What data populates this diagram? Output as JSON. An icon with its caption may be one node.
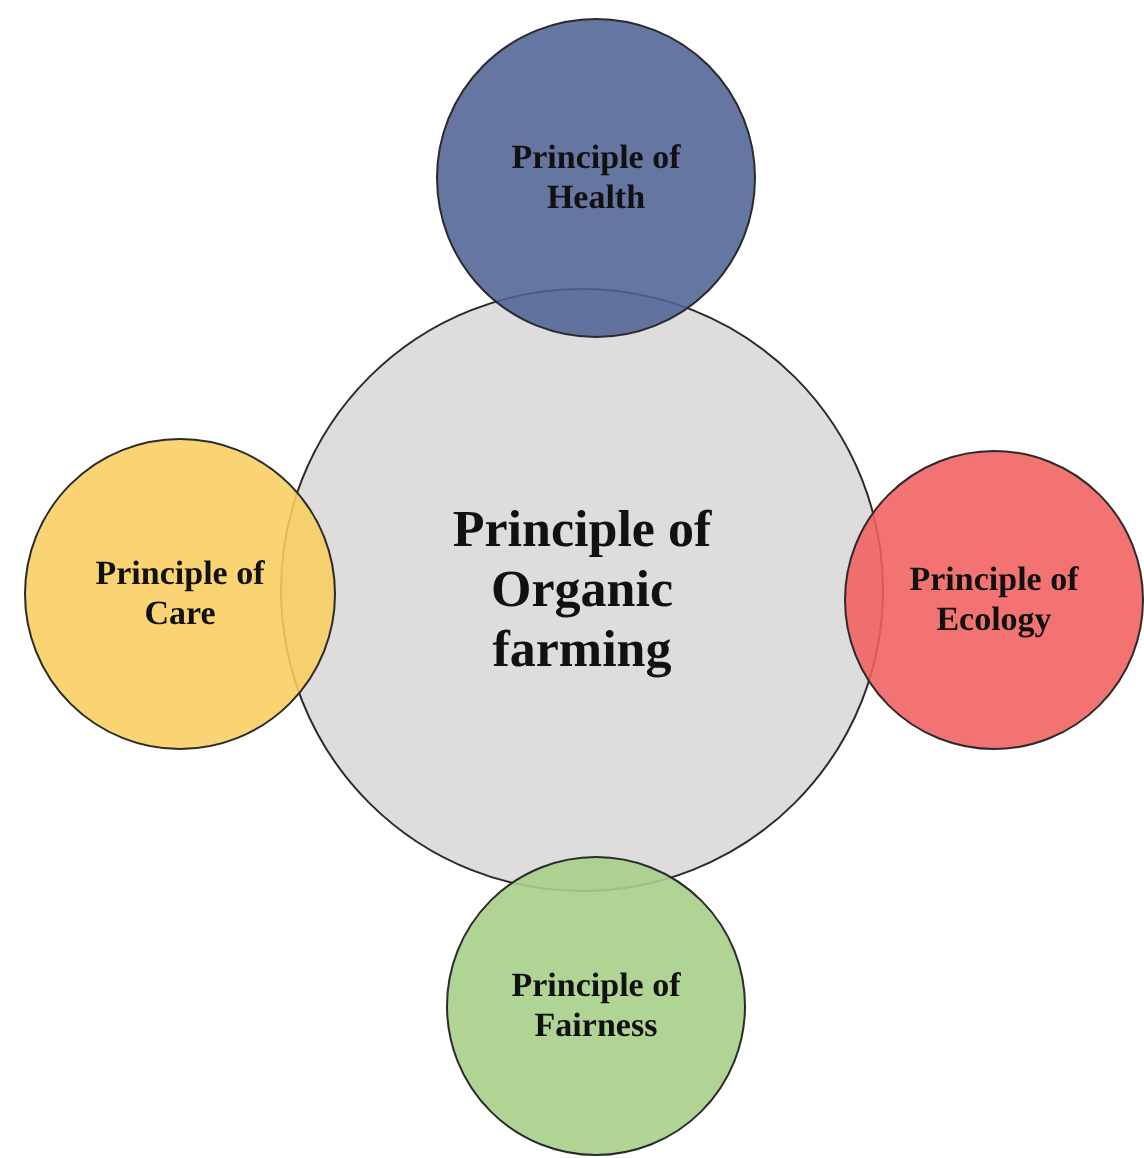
{
  "diagram": {
    "nodes": [
      {
        "text": [
          "Principle of Health"
        ]
      },
      {
        "text": [
          "Principle of Care"
        ]
      },
      {
        "text": [
          "Principle of Organic farming"
        ]
      },
      {
        "text": [
          "Principle of Ecology"
        ]
      },
      {
        "text": [
          "Principle of Fairness"
        ]
      }
    ]
  }
}
